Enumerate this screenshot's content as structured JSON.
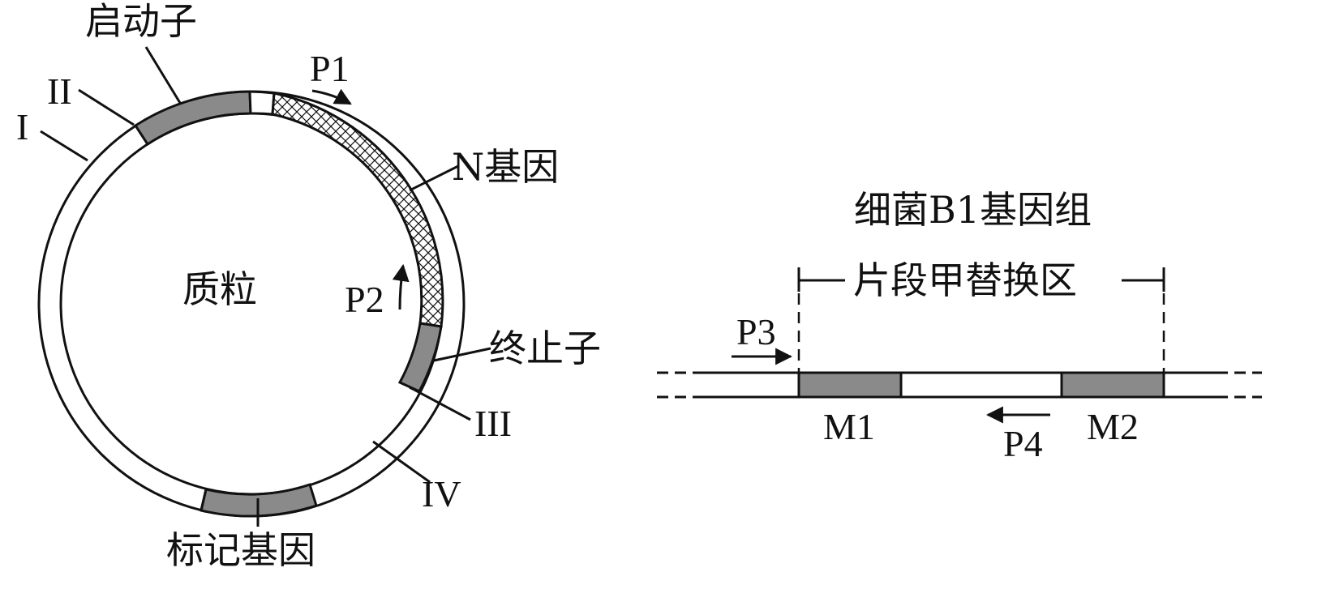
{
  "colors": {
    "ink": "#111111",
    "segment_fill": "#8a8a8a",
    "background": "#ffffff"
  },
  "plasmid": {
    "center_label": "质粒",
    "promoter": "启动子",
    "n_gene": "N基因",
    "terminator": "终止子",
    "marker_gene": "标记基因",
    "site_1": "I",
    "site_2": "II",
    "site_3": "III",
    "site_4": "IV",
    "primer_1": "P1",
    "primer_2": "P2"
  },
  "genome": {
    "title": "细菌B1基因组",
    "region_label": "片段甲替换区",
    "primer_3": "P3",
    "primer_4": "P4",
    "m1": "M1",
    "m2": "M2"
  }
}
